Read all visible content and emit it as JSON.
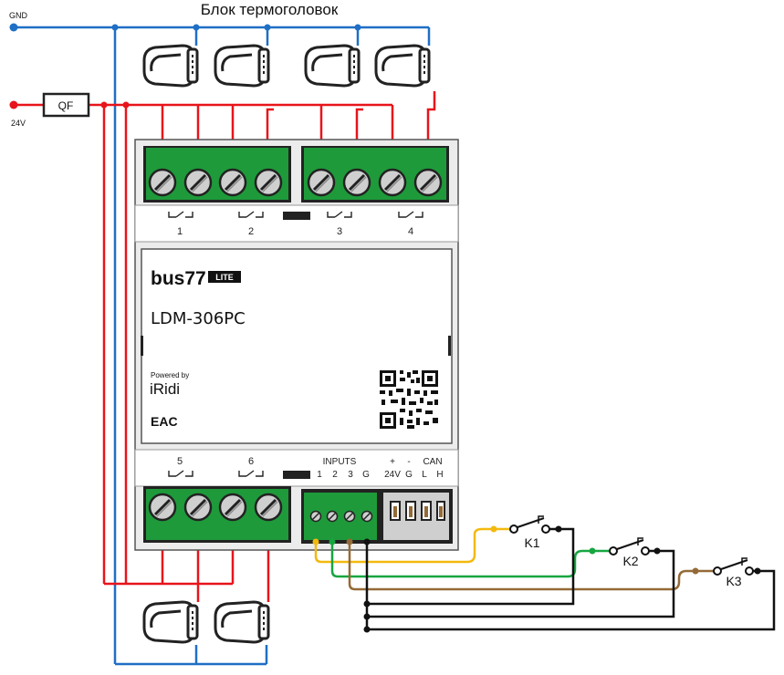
{
  "title": "Блок термоголовок",
  "power": {
    "gnd_label": "GND",
    "v24_label": "24V",
    "breaker_label": "QF"
  },
  "device": {
    "brand_main": "bus77",
    "brand_badge": "LITE",
    "model": "LDM-306PC",
    "powered_by": "Powered by",
    "vendor": "iRidi",
    "cert_mark": "EAC"
  },
  "relays_top": [
    "1",
    "2",
    "3",
    "4"
  ],
  "relays_bottom": [
    "5",
    "6"
  ],
  "inputs": {
    "header": "INPUTS",
    "pins": [
      "1",
      "2",
      "3",
      "G"
    ]
  },
  "power_port": {
    "plus": "+",
    "minus": "-",
    "v": "24V",
    "g": "G"
  },
  "can_port": {
    "header": "CAN",
    "l": "L",
    "h": "H"
  },
  "switches": [
    "K1",
    "K2",
    "K3"
  ],
  "colors": {
    "gnd_wire": "#1f6fc5",
    "power_wire": "#e8141b",
    "input1_wire": "#f2b90f",
    "input2_wire": "#16a640",
    "input3_wire": "#946a37",
    "common_wire": "#111111",
    "terminal_green": "#1e9a3a",
    "case_grey": "#ececec"
  }
}
